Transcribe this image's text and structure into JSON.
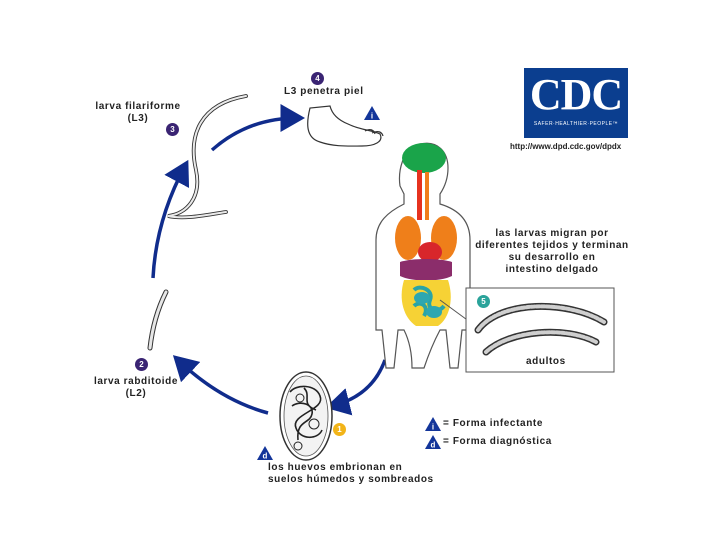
{
  "colors": {
    "arrow": "#102c8c",
    "stage_marker": "#3a2473",
    "egg_marker": "#f2b418",
    "adults_marker": "#2aa39a",
    "triangle": "#13359a",
    "cdc_blue": "#0b3e8f"
  },
  "stages": {
    "s1": {
      "number": "1"
    },
    "s2": {
      "number": "2",
      "label_line1": "larva rabditoide",
      "label_line2": "(L2)"
    },
    "s3": {
      "number": "3",
      "label_line1": "larva filariforme",
      "label_line2": "(L3)"
    },
    "s4": {
      "number": "4",
      "label": "L3 penetra piel"
    },
    "s5": {
      "number": "5"
    }
  },
  "eggs_caption_line1": "los huevos embrionan en",
  "eggs_caption_line2": "suelos húmedos y sombreados",
  "migration_text": [
    "las larvas migran por",
    "diferentes tejidos y terminan",
    "su desarrollo en",
    "intestino delgado"
  ],
  "adults_label": "adultos",
  "legend": {
    "infective_symbol": "i",
    "infective_text": "= Forma infectante",
    "diagnostic_symbol": "d",
    "diagnostic_text": "= Forma diagnóstica"
  },
  "cdc": {
    "logo_text": "CDC",
    "tagline": "SAFER·HEALTHIER·PEOPLE™",
    "url": "http://www.dpd.cdc.gov/dpdx"
  },
  "icons": [
    "foot-icon",
    "human-body-icon",
    "egg-icon",
    "larva-icon",
    "adult-worm-icon"
  ]
}
